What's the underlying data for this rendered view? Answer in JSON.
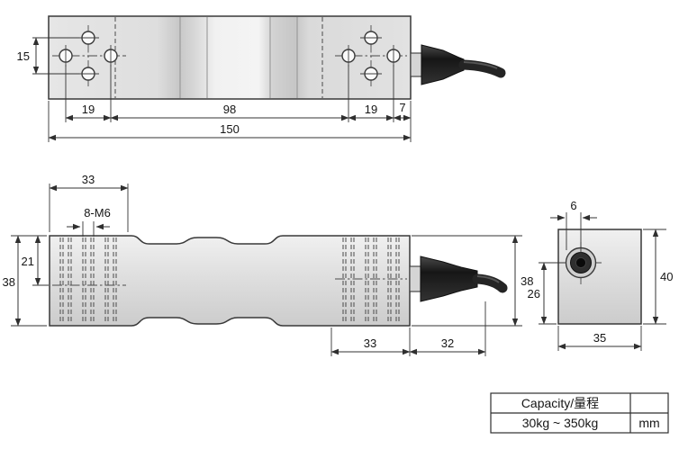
{
  "views": {
    "top": {
      "dims": {
        "hole_row_spacing": "15",
        "left_hole_span": "19",
        "center_span": "98",
        "right_hole_span": "19",
        "edge_offset": "7",
        "overall_length": "150"
      }
    },
    "front": {
      "dims": {
        "left_block_width": "33",
        "thread_spec": "8-M6",
        "upper_height": "21",
        "left_height": "38",
        "right_block_width": "33",
        "connector_length": "32",
        "right_height": "38"
      }
    },
    "end": {
      "dims": {
        "gland_offset": "6",
        "gland_center_height": "26",
        "height": "40",
        "width": "35"
      }
    }
  },
  "table": {
    "rows": [
      {
        "label": "Capacity/量程",
        "unit": ""
      },
      {
        "label": "30kg ~ 350kg",
        "unit": "mm"
      }
    ]
  },
  "colors": {
    "line": "#333333",
    "metal_light": "#f0f0f0",
    "metal_dark": "#cfcfcf",
    "connector": "#161616"
  }
}
